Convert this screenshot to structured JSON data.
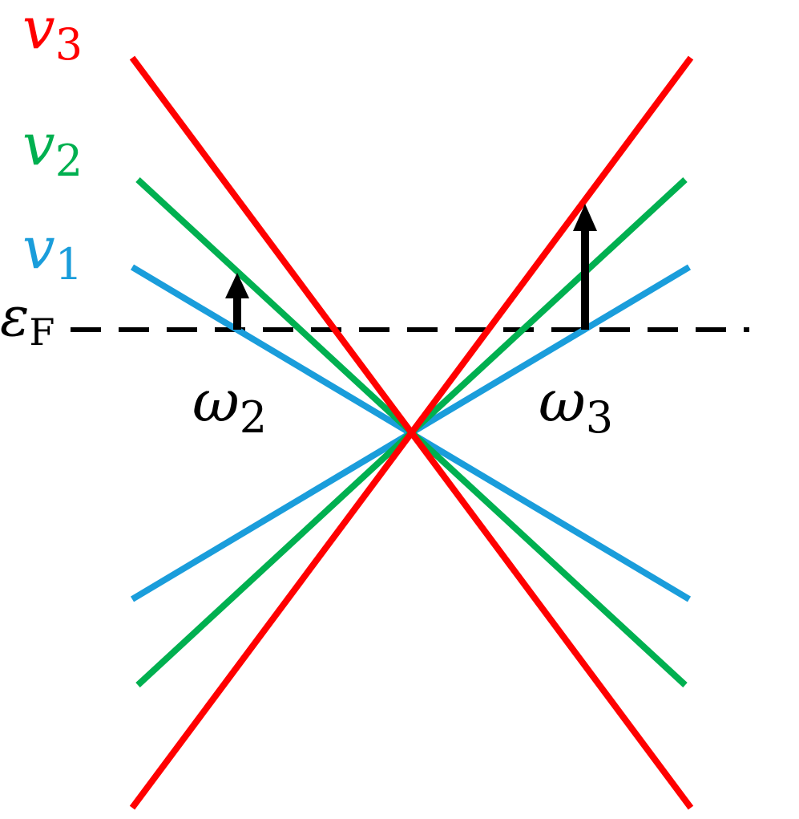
{
  "labels": {
    "v3": {
      "sym": "v",
      "sub": "3"
    },
    "v2": {
      "sym": "v",
      "sub": "2"
    },
    "v1": {
      "sym": "v",
      "sub": "1"
    },
    "fermi": {
      "sym": "ε",
      "sub": "F"
    },
    "omega2": {
      "sym": "ω",
      "sub": "2"
    },
    "omega3": {
      "sym": "ω",
      "sub": "3"
    }
  },
  "colors": {
    "v3": "#ff0000",
    "v2": "#00b050",
    "v1": "#1a9ddb",
    "fermi": "#000000",
    "arrow": "#000000"
  },
  "icons": {
    "omega2": "up-arrow",
    "omega3": "up-arrow"
  }
}
